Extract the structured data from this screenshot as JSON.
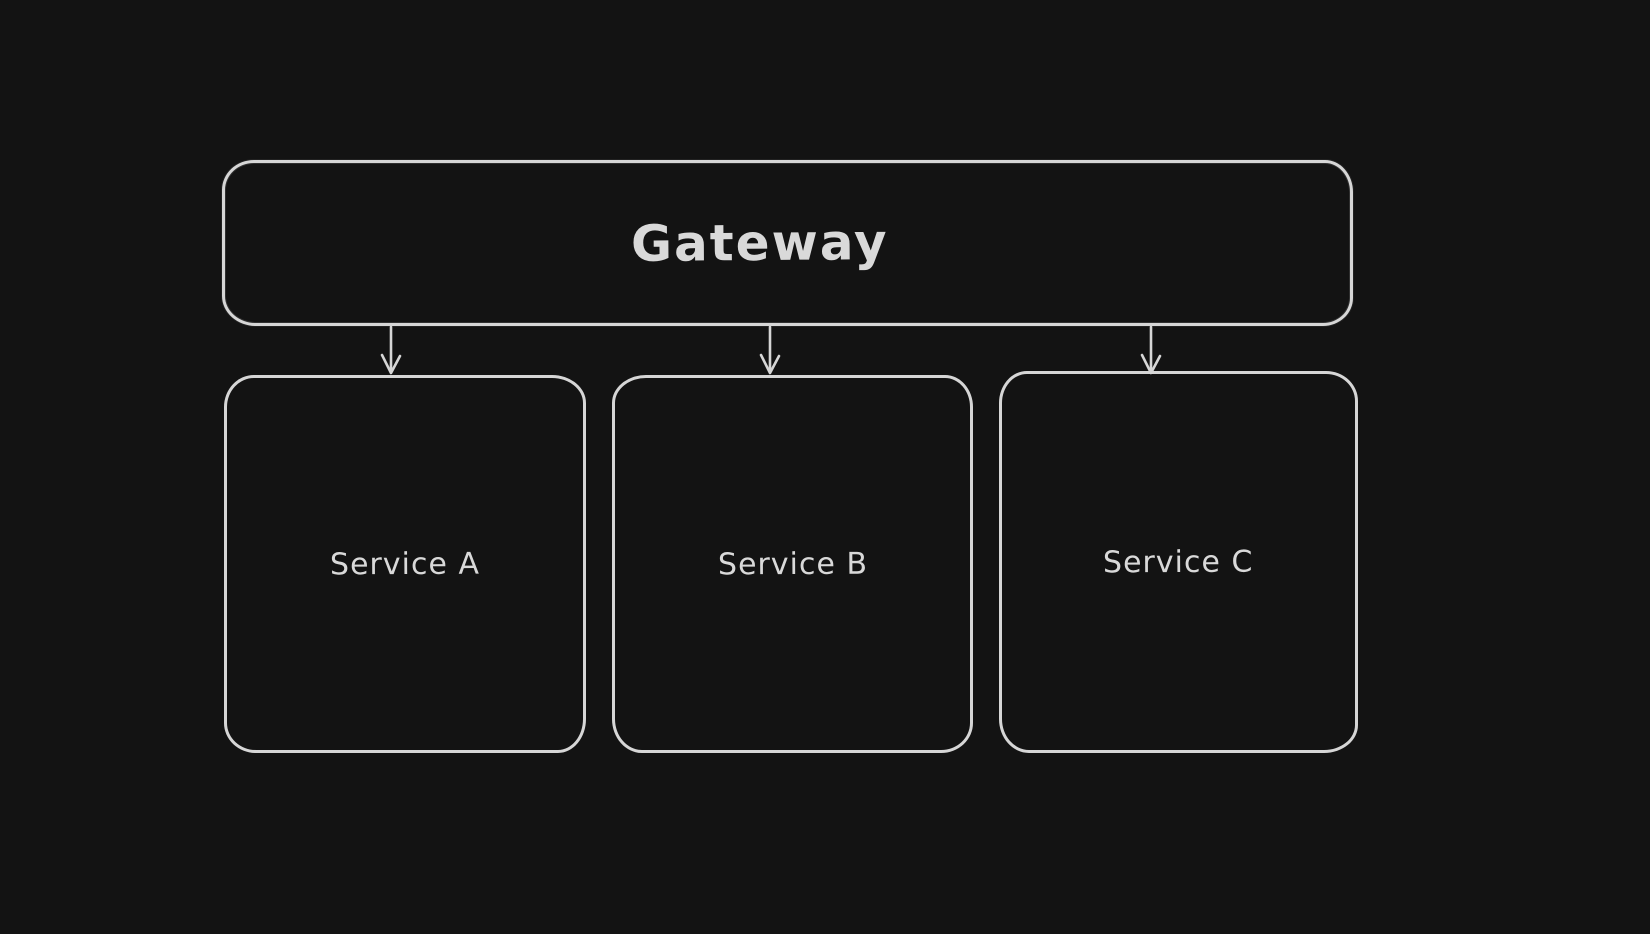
{
  "canvas": {
    "background_color": "#131313",
    "stroke_color": "#d6d6d6",
    "text_color": "#d9d9d9",
    "style": "hand-drawn whiteboard (dark mode)"
  },
  "diagram": {
    "gateway": {
      "label": "Gateway"
    },
    "services": [
      {
        "label": "Service A"
      },
      {
        "label": "Service B"
      },
      {
        "label": "Service C"
      }
    ],
    "connections": [
      {
        "from": "Gateway",
        "to": "Service A",
        "arrowhead": "v-down"
      },
      {
        "from": "Gateway",
        "to": "Service B",
        "arrowhead": "v-down"
      },
      {
        "from": "Gateway",
        "to": "Service C",
        "arrowhead": "v-down"
      }
    ]
  }
}
